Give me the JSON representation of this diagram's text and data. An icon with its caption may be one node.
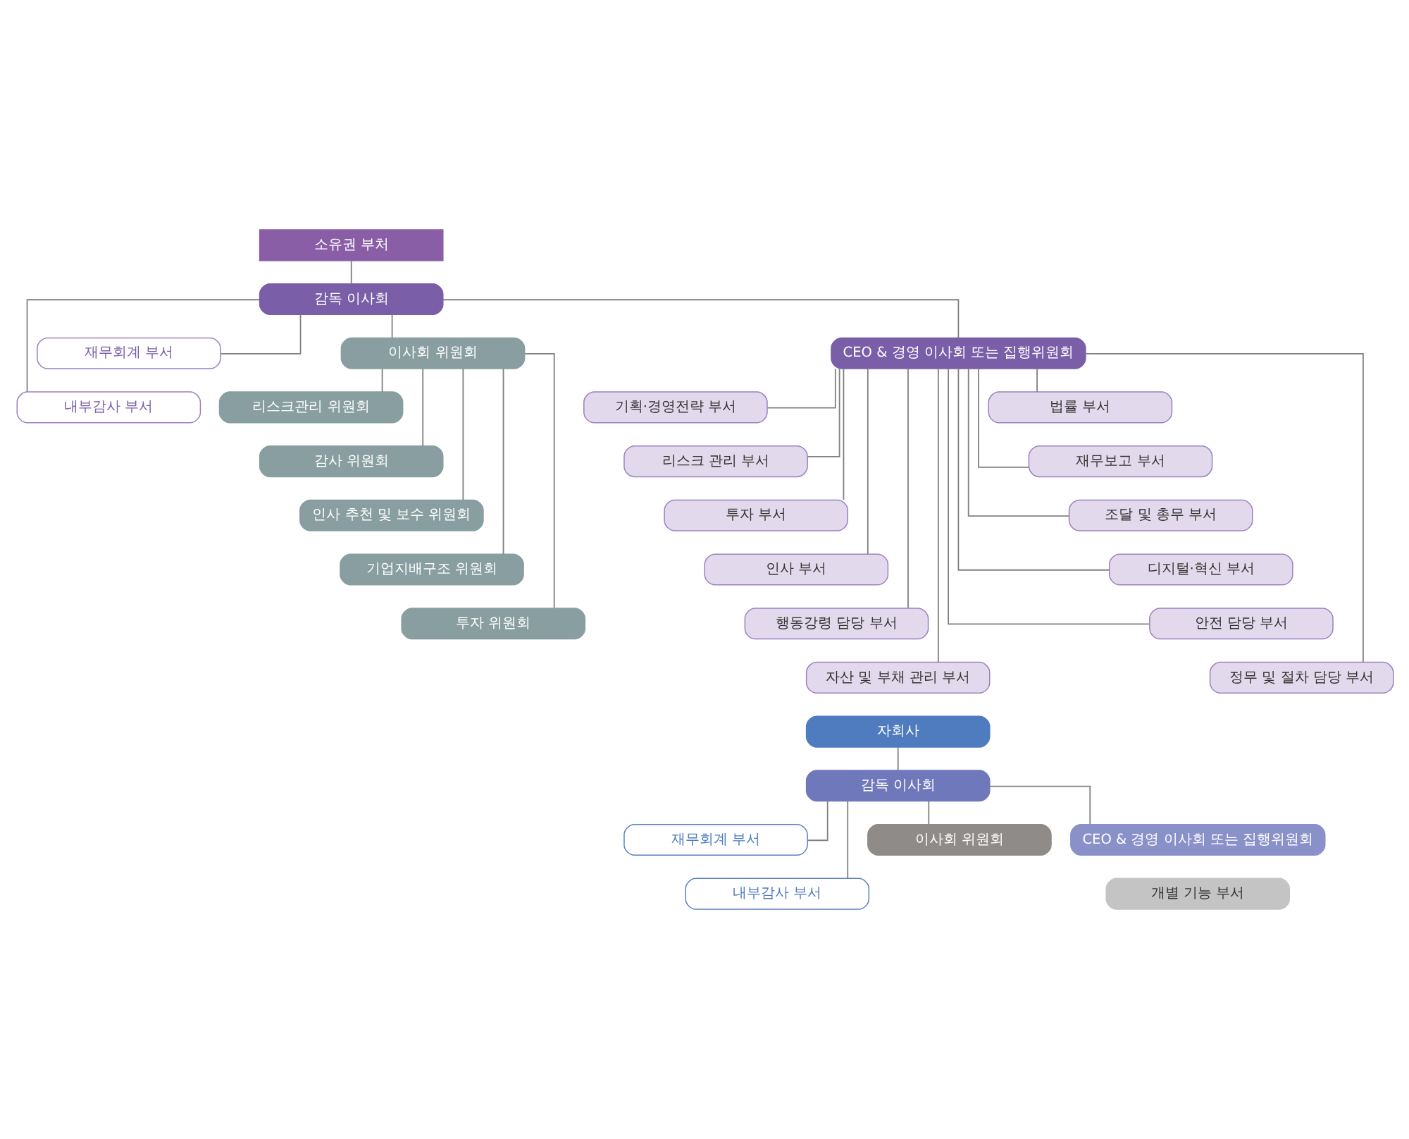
{
  "diagram": {
    "nodes": [
      {
        "text": [
          "소유권 부처"
        ]
      },
      {
        "text": [
          "감독 이사회"
        ]
      },
      {
        "text": [
          "재무회계 부서"
        ]
      },
      {
        "text": [
          "내부감사 부서"
        ]
      },
      {
        "text": [
          "이사회 위원회"
        ]
      },
      {
        "text": [
          "리스크관리 위원회"
        ]
      },
      {
        "text": [
          "감사 위원회"
        ]
      },
      {
        "text": [
          "인사 추천 및 보수 위원회"
        ]
      },
      {
        "text": [
          "기업지배구조 위원회"
        ]
      },
      {
        "text": [
          "투자 위원회"
        ]
      },
      {
        "text": [
          "CEO & 경영 이사회 또는 집행위원회"
        ]
      },
      {
        "text": [
          "기획·경영전략 부서"
        ]
      },
      {
        "text": [
          "리스크 관리 부서"
        ]
      },
      {
        "text": [
          "투자 부서"
        ]
      },
      {
        "text": [
          "인사 부서"
        ]
      },
      {
        "text": [
          "행동강령 담당 부서"
        ]
      },
      {
        "text": [
          "자산 및 부채 관리 부서"
        ]
      },
      {
        "text": [
          "법률 부서"
        ]
      },
      {
        "text": [
          "재무보고 부서"
        ]
      },
      {
        "text": [
          "조달 및 총무 부서"
        ]
      },
      {
        "text": [
          "디지털·혁신 부서"
        ]
      },
      {
        "text": [
          "안전 담당 부서"
        ]
      },
      {
        "text": [
          "정무 및 절차 담당 부서"
        ]
      },
      {
        "text": [
          "자회사"
        ]
      },
      {
        "text": [
          "감독 이사회"
        ]
      },
      {
        "text": [
          "재무회계 부서"
        ]
      },
      {
        "text": [
          "내부감사 부서"
        ]
      },
      {
        "text": [
          "이사회 위원회"
        ]
      },
      {
        "text": [
          "CEO & 경영 이사회 또는 집행위원회"
        ]
      },
      {
        "text": [
          "개별 기능 부서"
        ]
      }
    ],
    "edges": [
      {
        "from": 0,
        "to": 1,
        "arrow": "none"
      },
      {
        "from": 1,
        "to": 4,
        "arrow": "none"
      },
      {
        "from": 4,
        "to": 5,
        "arrow": "none"
      },
      {
        "from": 4,
        "to": 6,
        "arrow": "none"
      },
      {
        "from": 4,
        "to": 7,
        "arrow": "none"
      },
      {
        "from": 4,
        "to": 8,
        "arrow": "none"
      },
      {
        "from": 4,
        "to": 9,
        "arrow": "none"
      },
      {
        "from": 1,
        "to": 2,
        "arrow": "none"
      },
      {
        "from": 1,
        "to": 3,
        "arrow": "none"
      },
      {
        "from": 1,
        "to": 10,
        "arrow": "none"
      },
      {
        "from": 10,
        "to": 11,
        "arrow": "none"
      },
      {
        "from": 10,
        "to": 12,
        "arrow": "none"
      },
      {
        "from": 10,
        "to": 13,
        "arrow": "none"
      },
      {
        "from": 10,
        "to": 14,
        "arrow": "none"
      },
      {
        "from": 10,
        "to": 15,
        "arrow": "none"
      },
      {
        "from": 10,
        "to": 16,
        "arrow": "none"
      },
      {
        "from": 10,
        "to": 17,
        "arrow": "none"
      },
      {
        "from": 10,
        "to": 18,
        "arrow": "none"
      },
      {
        "from": 10,
        "to": 19,
        "arrow": "none"
      },
      {
        "from": 10,
        "to": 20,
        "arrow": "none"
      },
      {
        "from": 10,
        "to": 21,
        "arrow": "none"
      },
      {
        "from": 10,
        "to": 22,
        "arrow": "none"
      },
      {
        "from": 23,
        "to": 24,
        "arrow": "none"
      },
      {
        "from": 24,
        "to": 27,
        "arrow": "none"
      },
      {
        "from": 24,
        "to": 25,
        "arrow": "none"
      },
      {
        "from": 24,
        "to": 26,
        "arrow": "none"
      },
      {
        "from": 24,
        "to": 28,
        "arrow": "none"
      }
    ]
  }
}
